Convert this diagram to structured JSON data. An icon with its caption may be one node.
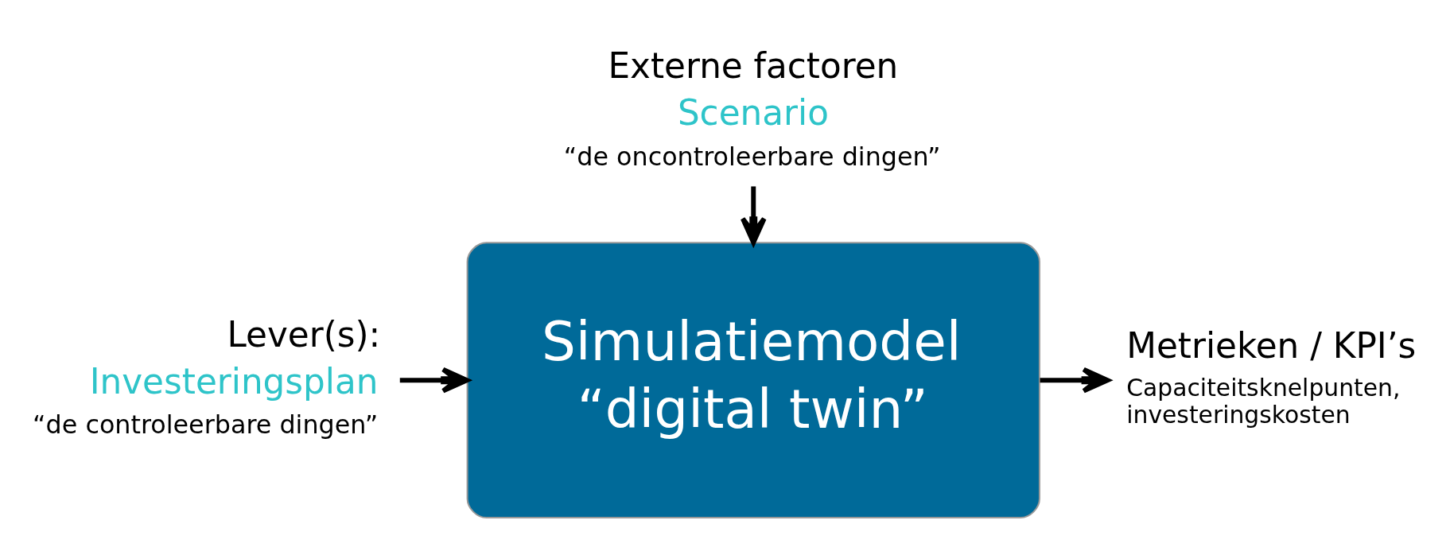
{
  "diagram": {
    "nodes": [
      {
        "text": [
          "Externe factoren",
          "Scenario",
          "“de oncontroleerbare dingen”"
        ]
      },
      {
        "text": [
          "Lever(s):",
          "Investeringsplan",
          "“de controleerbare dingen”"
        ]
      },
      {
        "text": [
          "Simulatiemodel",
          "“digital twin”"
        ]
      },
      {
        "text": [
          "Metrieken / KPI’s",
          "Capaciteitsknelpunten, investeringskosten"
        ]
      }
    ],
    "edges": [
      {
        "from": 0,
        "to": 2,
        "arrow": "to"
      },
      {
        "from": 1,
        "to": 2,
        "arrow": "to"
      },
      {
        "from": 2,
        "to": 3,
        "arrow": "to"
      }
    ]
  }
}
